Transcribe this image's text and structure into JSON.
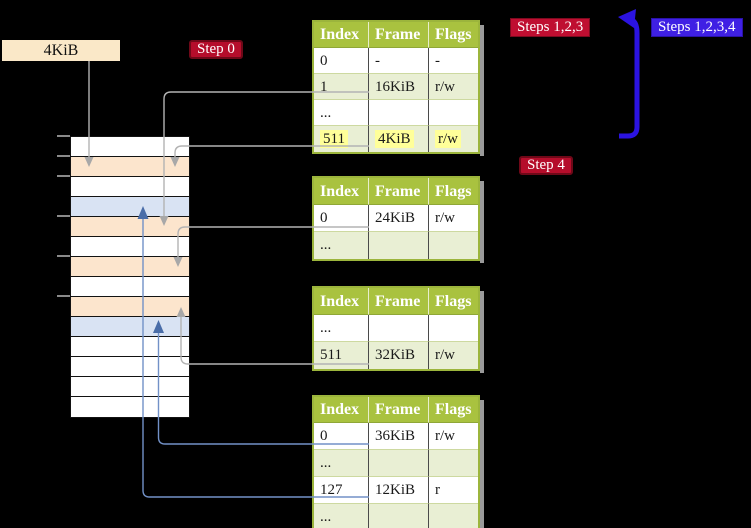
{
  "memory_box": {
    "label": "4KiB"
  },
  "badges": {
    "step0": "Step 0",
    "steps123": "Steps 1,2,3",
    "steps1234": "Steps 1,2,3,4",
    "step4": "Step 4"
  },
  "table_headers": [
    "Index",
    "Frame",
    "Flags"
  ],
  "tables": [
    {
      "name": "page-table-root",
      "rows": [
        [
          "0",
          "-",
          "-"
        ],
        [
          "1",
          "16KiB",
          "r/w"
        ],
        [
          "...",
          "",
          ""
        ],
        [
          "511",
          "4KiB",
          "r/w"
        ]
      ],
      "highlighted_row": "511 | 4KiB | r/w"
    },
    {
      "name": "page-table-level-2",
      "rows": [
        [
          "0",
          "24KiB",
          "r/w"
        ],
        [
          "...",
          "",
          ""
        ]
      ]
    },
    {
      "name": "page-table-level-3",
      "rows": [
        [
          "...",
          "",
          ""
        ],
        [
          "511",
          "32KiB",
          "r/w"
        ]
      ]
    },
    {
      "name": "page-table-level-4",
      "rows": [
        [
          "0",
          "36KiB",
          "r/w"
        ],
        [
          "...",
          "",
          ""
        ],
        [
          "127",
          "12KiB",
          "r"
        ],
        [
          "...",
          "",
          ""
        ]
      ]
    }
  ],
  "memory_strip": {
    "rows": [
      "white",
      "peach",
      "white",
      "blue",
      "peach",
      "white",
      "peach",
      "white",
      "peach",
      "blue",
      "white",
      "white",
      "white",
      "white"
    ]
  },
  "colors": {
    "header_green": "#a9c23f",
    "row_green": "#e9efd4",
    "table_border_green": "#9cb53c",
    "frame_peach": "#fce5cd",
    "frame_blue": "#d9e3f3",
    "highlight_yellow": "#ffff99",
    "badge_crimson": "#b50d2b",
    "badge_bright_red": "#bf0e31",
    "badge_indigo": "#3f20e4",
    "thick_arrow_blue": "#2b13e0",
    "connector_gray": "#b3b3b3",
    "connector_blue": "#7291c7"
  }
}
